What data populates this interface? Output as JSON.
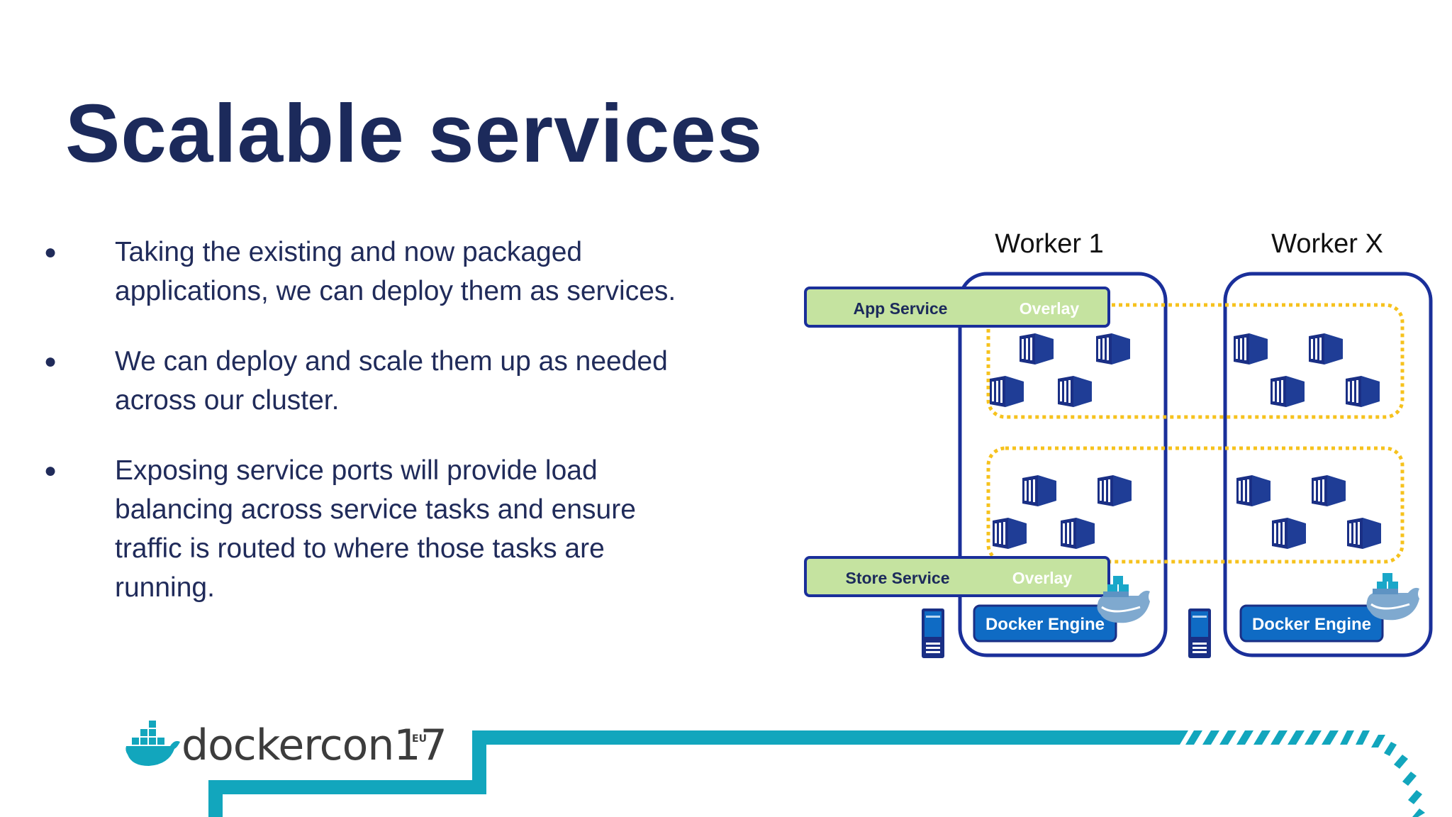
{
  "slide": {
    "title": "Scalable services",
    "bullets": [
      "Taking the existing and now packaged applications, we can deploy them as services.",
      "We can deploy and scale them up as needed across our cluster.",
      "Exposing service ports will provide load balancing across service tasks and ensure traffic is routed to where those tasks are running."
    ],
    "bullet_symbol": "●"
  },
  "diagram": {
    "workers": [
      {
        "label": "Worker 1",
        "engine_label": "Docker Engine"
      },
      {
        "label": "Worker X",
        "engine_label": "Docker Engine"
      }
    ],
    "services": [
      {
        "label": "App Service",
        "overlay_label": "Overlay"
      },
      {
        "label": "Store Service",
        "overlay_label": "Overlay"
      }
    ]
  },
  "branding": {
    "logo_word": "dockercon",
    "logo_number": "17",
    "logo_suffix": "EU",
    "accent_color": "#12a6bd",
    "navy_color": "#1c2a5b",
    "service_green": "#c5e3a0",
    "overlay_yellow": "#f6c21d",
    "engine_blue": "#0f6bc4",
    "worker_border": "#1a2f9a"
  }
}
